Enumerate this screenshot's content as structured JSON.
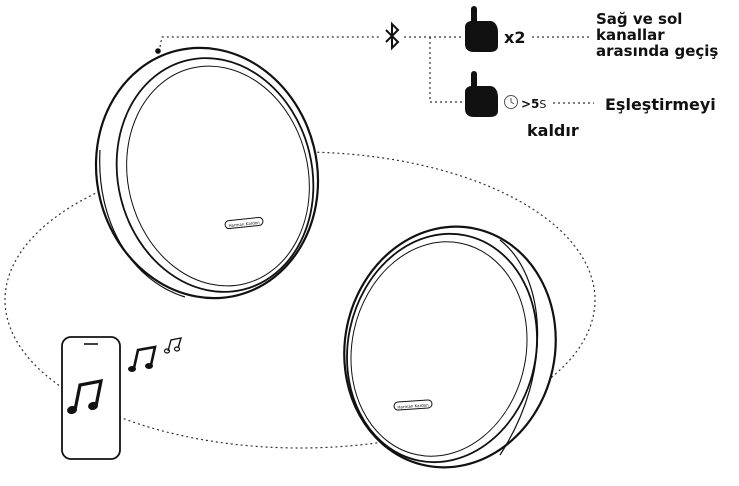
{
  "instructions": {
    "double_press_count": "x2",
    "switch_channels_line1": "Sağ ve sol",
    "switch_channels_line2": "kanallar",
    "switch_channels_line3": "arasında geçiş",
    "hold_prefix": ">5",
    "hold_unit": "S",
    "unpair_line1": "Eşleştirmeyi",
    "unpair_line2": "kaldır"
  },
  "speakers": {
    "brand_plate_text": "Harman Kardon"
  },
  "icons": {
    "bluetooth": "bluetooth-icon",
    "press_finger": "finger-press-icon",
    "clock": "clock-icon",
    "music_note": "music-note-icon",
    "phone": "smartphone-icon"
  }
}
